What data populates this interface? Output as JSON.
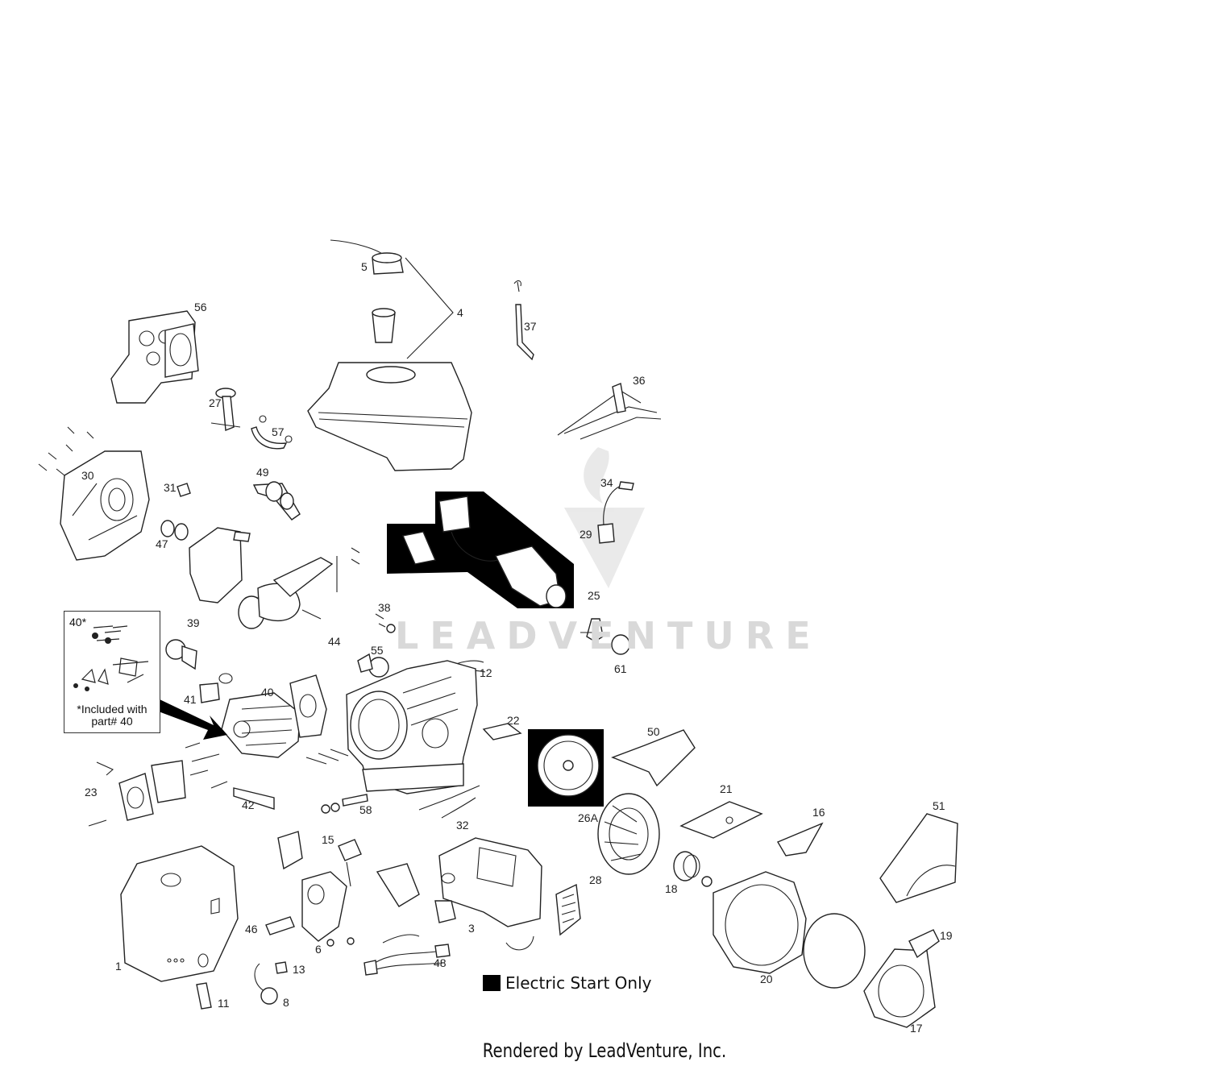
{
  "footer": "Rendered by LeadVenture, Inc.",
  "watermark": "LEADVENTURE",
  "legend": {
    "label": "Electric Start Only",
    "swatch_color": "#000000"
  },
  "note_box": {
    "title": "40*",
    "text": "*Included with part# 40"
  },
  "callouts": {
    "c1": "1",
    "c3": "3",
    "c4": "4",
    "c5": "5",
    "c6": "6",
    "c8": "8",
    "c11": "11",
    "c12": "12",
    "c13": "13",
    "c15": "15",
    "c16": "16",
    "c17": "17",
    "c18": "18",
    "c19": "19",
    "c20": "20",
    "c21": "21",
    "c22": "22",
    "c23": "23",
    "c25": "25",
    "c26A": "26A",
    "c27": "27",
    "c28": "28",
    "c29": "29",
    "c30": "30",
    "c31": "31",
    "c32": "32",
    "c34": "34",
    "c36": "36",
    "c37": "37",
    "c38": "38",
    "c39": "39",
    "c40": "40",
    "c41": "41",
    "c42": "42",
    "c44": "44",
    "c46": "46",
    "c47": "47",
    "c48": "48",
    "c49": "49",
    "c50": "50",
    "c51": "51",
    "c55": "55",
    "c56": "56",
    "c57": "57",
    "c58": "58",
    "c61": "61"
  }
}
